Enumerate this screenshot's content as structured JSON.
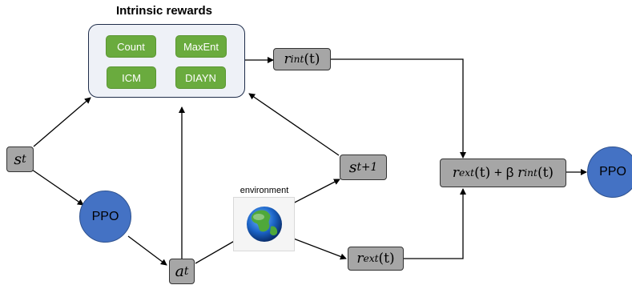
{
  "title": "Intrinsic rewards",
  "intrinsic_methods": [
    "Count",
    "MaxEnt",
    "ICM",
    "DIAYN"
  ],
  "nodes": {
    "state": {
      "var": "s",
      "sub": "t"
    },
    "next_state": {
      "var": "s",
      "sub": "t+1"
    },
    "action": {
      "var": "a",
      "sub": "t"
    },
    "r_int": {
      "var": "r",
      "sub": "int",
      "suffix": "(t)"
    },
    "r_ext": {
      "var": "r",
      "sub": "ext",
      "suffix": "(t)"
    },
    "combined": {
      "part1_var": "r",
      "part1_sub": "ext",
      "part1_suffix": "(t)",
      "op": " + β ",
      "part2_var": "r",
      "part2_sub": "int",
      "part2_suffix": "(t)"
    }
  },
  "ppo_label": "PPO",
  "environment_label": "environment",
  "colors": {
    "panel_bg": "#eef1f7",
    "panel_border": "#1f2d4a",
    "green": "#6aab3e",
    "gray_box": "#a6a6a6",
    "ppo_blue": "#4472c4",
    "arrow": "#000000"
  }
}
